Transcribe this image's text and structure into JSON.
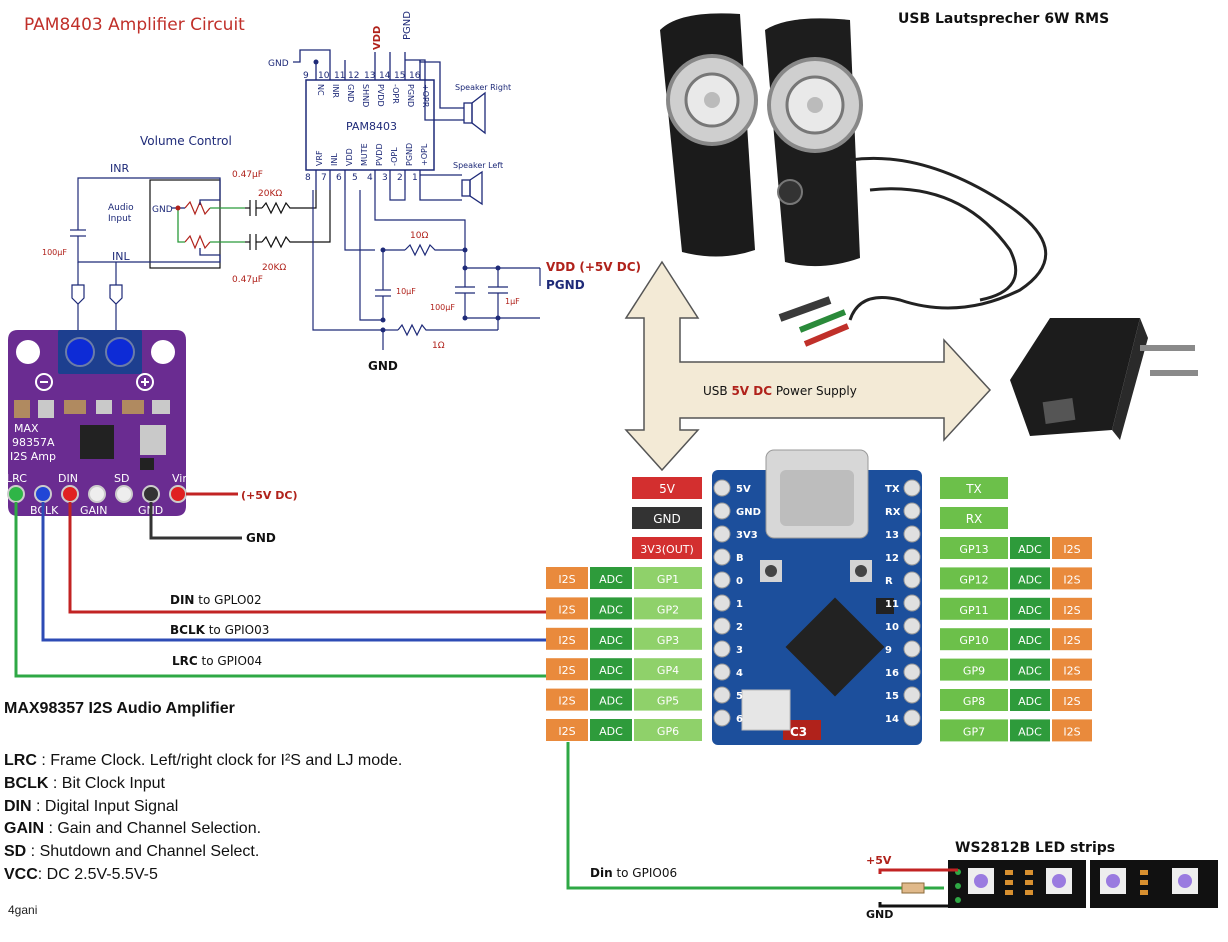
{
  "schematic": {
    "title": "PAM8403 Amplifier Circuit",
    "chip": "PAM8403",
    "gnd": "GND",
    "vdd": "VDD",
    "pgnd": "PGND",
    "top_pins": [
      "NC",
      "INR",
      "GND",
      "SHND",
      "PVDD",
      "-OPR",
      "PGND",
      "+OPR"
    ],
    "bottom_pins": [
      "VRF",
      "INL",
      "VDD",
      "MUTE",
      "PVDD",
      "-OPL",
      "PGND",
      "+OPL"
    ],
    "speaker_right": "Speaker Right",
    "speaker_left": "Speaker Left",
    "volume_control": "Volume Control",
    "audio_input_1": "Audio",
    "audio_input_2": "Input",
    "inr": "INR",
    "inl": "INL",
    "cap_047": "0.47µF",
    "res_20k": "20KΩ",
    "cap_100uf": "100µF",
    "res_10ohm": "10Ω",
    "cap_10uf": "10µF",
    "cap_1uf": "1µF",
    "res_1ohm": "1Ω",
    "vdd_5v": "VDD (+5V DC)"
  },
  "max_board": {
    "line1": "MAX",
    "line2": "98357A",
    "line3": "I2S Amp",
    "pins": [
      "LRC",
      "BCLK",
      "DIN",
      "GAIN",
      "SD",
      "GND",
      "Vin"
    ],
    "vin_label": "(+5V DC)",
    "gnd_label": "GND"
  },
  "wires": {
    "din_pin": "DIN",
    "din_to": " to GPLO02",
    "bclk_pin": "BCLK",
    "bclk_to": " to GPIO03",
    "lrc_pin": "LRC",
    "lrc_to": " to GPIO04",
    "led_din_pin": "Din",
    "led_din_to": " to GPIO06"
  },
  "speakers": {
    "title": "USB Lautsprecher 6W RMS"
  },
  "power": {
    "prefix": "USB ",
    "voltage": "5V DC",
    "suffix": " Power Supply"
  },
  "esp": {
    "c3_label": "C3",
    "left_power": [
      {
        "label": "5V",
        "color": "#d32f2f"
      },
      {
        "label": "GND",
        "color": "#333333"
      },
      {
        "label": "3V3(OUT)",
        "color": "#d32f2f"
      }
    ],
    "left_gpio": [
      {
        "i2s": "I2S",
        "adc": "ADC",
        "gp": "GP1"
      },
      {
        "i2s": "I2S",
        "adc": "ADC",
        "gp": "GP2"
      },
      {
        "i2s": "I2S",
        "adc": "ADC",
        "gp": "GP3"
      },
      {
        "i2s": "I2S",
        "adc": "ADC",
        "gp": "GP4"
      },
      {
        "i2s": "I2S",
        "adc": "ADC",
        "gp": "GP5"
      },
      {
        "i2s": "I2S",
        "adc": "ADC",
        "gp": "GP6"
      }
    ],
    "right_top": [
      "TX",
      "RX"
    ],
    "right_gpio": [
      {
        "gp": "GP13",
        "adc": "ADC",
        "i2s": "I2S"
      },
      {
        "gp": "GP12",
        "adc": "ADC",
        "i2s": "I2S"
      },
      {
        "gp": "GP11",
        "adc": "ADC",
        "i2s": "I2S"
      },
      {
        "gp": "GP10",
        "adc": "ADC",
        "i2s": "I2S"
      },
      {
        "gp": "GP9",
        "adc": "ADC",
        "i2s": "I2S"
      },
      {
        "gp": "GP8",
        "adc": "ADC",
        "i2s": "I2S"
      },
      {
        "gp": "GP7",
        "adc": "ADC",
        "i2s": "I2S"
      }
    ],
    "left_silk": [
      "5V",
      "GND",
      "3V3",
      "B",
      "0",
      "1",
      "2",
      "3",
      "4",
      "5",
      "6"
    ],
    "right_silk": [
      "TX",
      "RX",
      "13",
      "12",
      "R",
      "11",
      "10",
      "9",
      "16",
      "15",
      "14"
    ],
    "colors": {
      "i2s": "#e98a3c",
      "adc": "#2e9b3b",
      "gp": "#8fd16a",
      "right_gp": "#6cc04a"
    }
  },
  "led_strip": {
    "title": "WS2812B  LED strips",
    "vplus": "+5V",
    "gnd": "GND"
  },
  "description": {
    "title": "MAX98357 I2S Audio Amplifier",
    "items": [
      {
        "key": "LRC",
        "text": " : Frame Clock. Left/right clock for I²S and LJ mode."
      },
      {
        "key": "BCLK",
        "text": " : Bit Clock Input"
      },
      {
        "key": "DIN",
        "text": " : Digital Input Signal"
      },
      {
        "key": "GAIN",
        "text": " : Gain and Channel Selection."
      },
      {
        "key": "SD",
        "text": " : Shutdown and Channel Select."
      },
      {
        "key": "VCC",
        "text": ": DC 2.5V-5.5V-5"
      }
    ]
  },
  "credit": "4gani"
}
